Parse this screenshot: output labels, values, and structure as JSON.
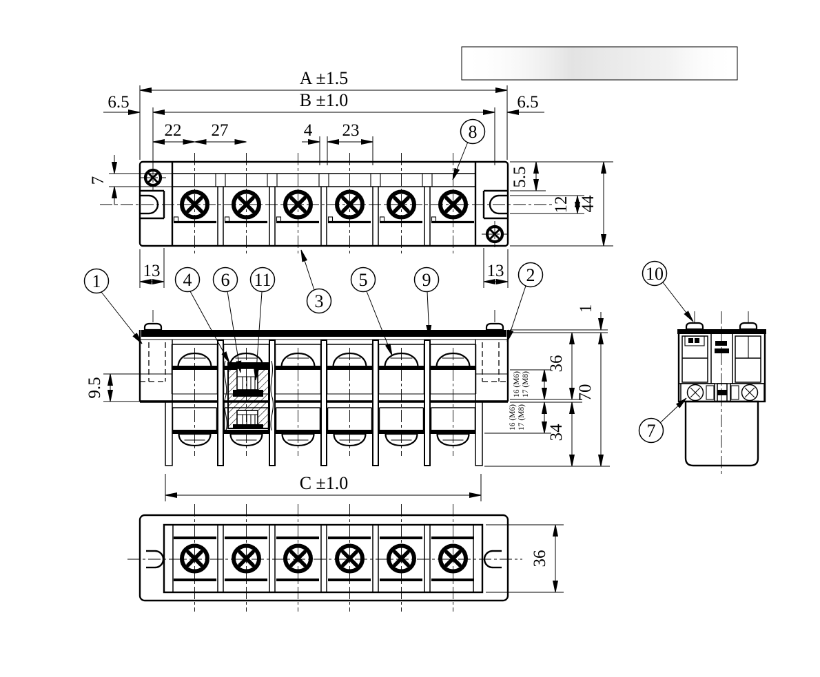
{
  "top_view": {
    "dim_a": "A ±1.5",
    "dim_b": "B ±1.0",
    "dim_side_left": "6.5",
    "dim_side_right": "6.5",
    "dim_22": "22",
    "dim_27": "27",
    "dim_4": "4",
    "dim_23": "23",
    "dim_7": "7",
    "dim_13_left": "13",
    "dim_13_right": "13",
    "dim_5_5": "5.5",
    "dim_12": "12",
    "dim_44": "44"
  },
  "front_view": {
    "dim_9_5": "9.5",
    "dim_1": "1",
    "dim_36": "36",
    "dim_70": "70",
    "dim_34": "34",
    "screw_note_upper": [
      "16 (M6)",
      "17 (M8)"
    ],
    "screw_note_lower": [
      "16 (M6)",
      "17 (M8)"
    ]
  },
  "bottom_view": {
    "dim_c": "C ±1.0",
    "dim_36": "36"
  },
  "callouts": [
    "1",
    "2",
    "3",
    "4",
    "5",
    "6",
    "7",
    "8",
    "9",
    "10",
    "11"
  ]
}
